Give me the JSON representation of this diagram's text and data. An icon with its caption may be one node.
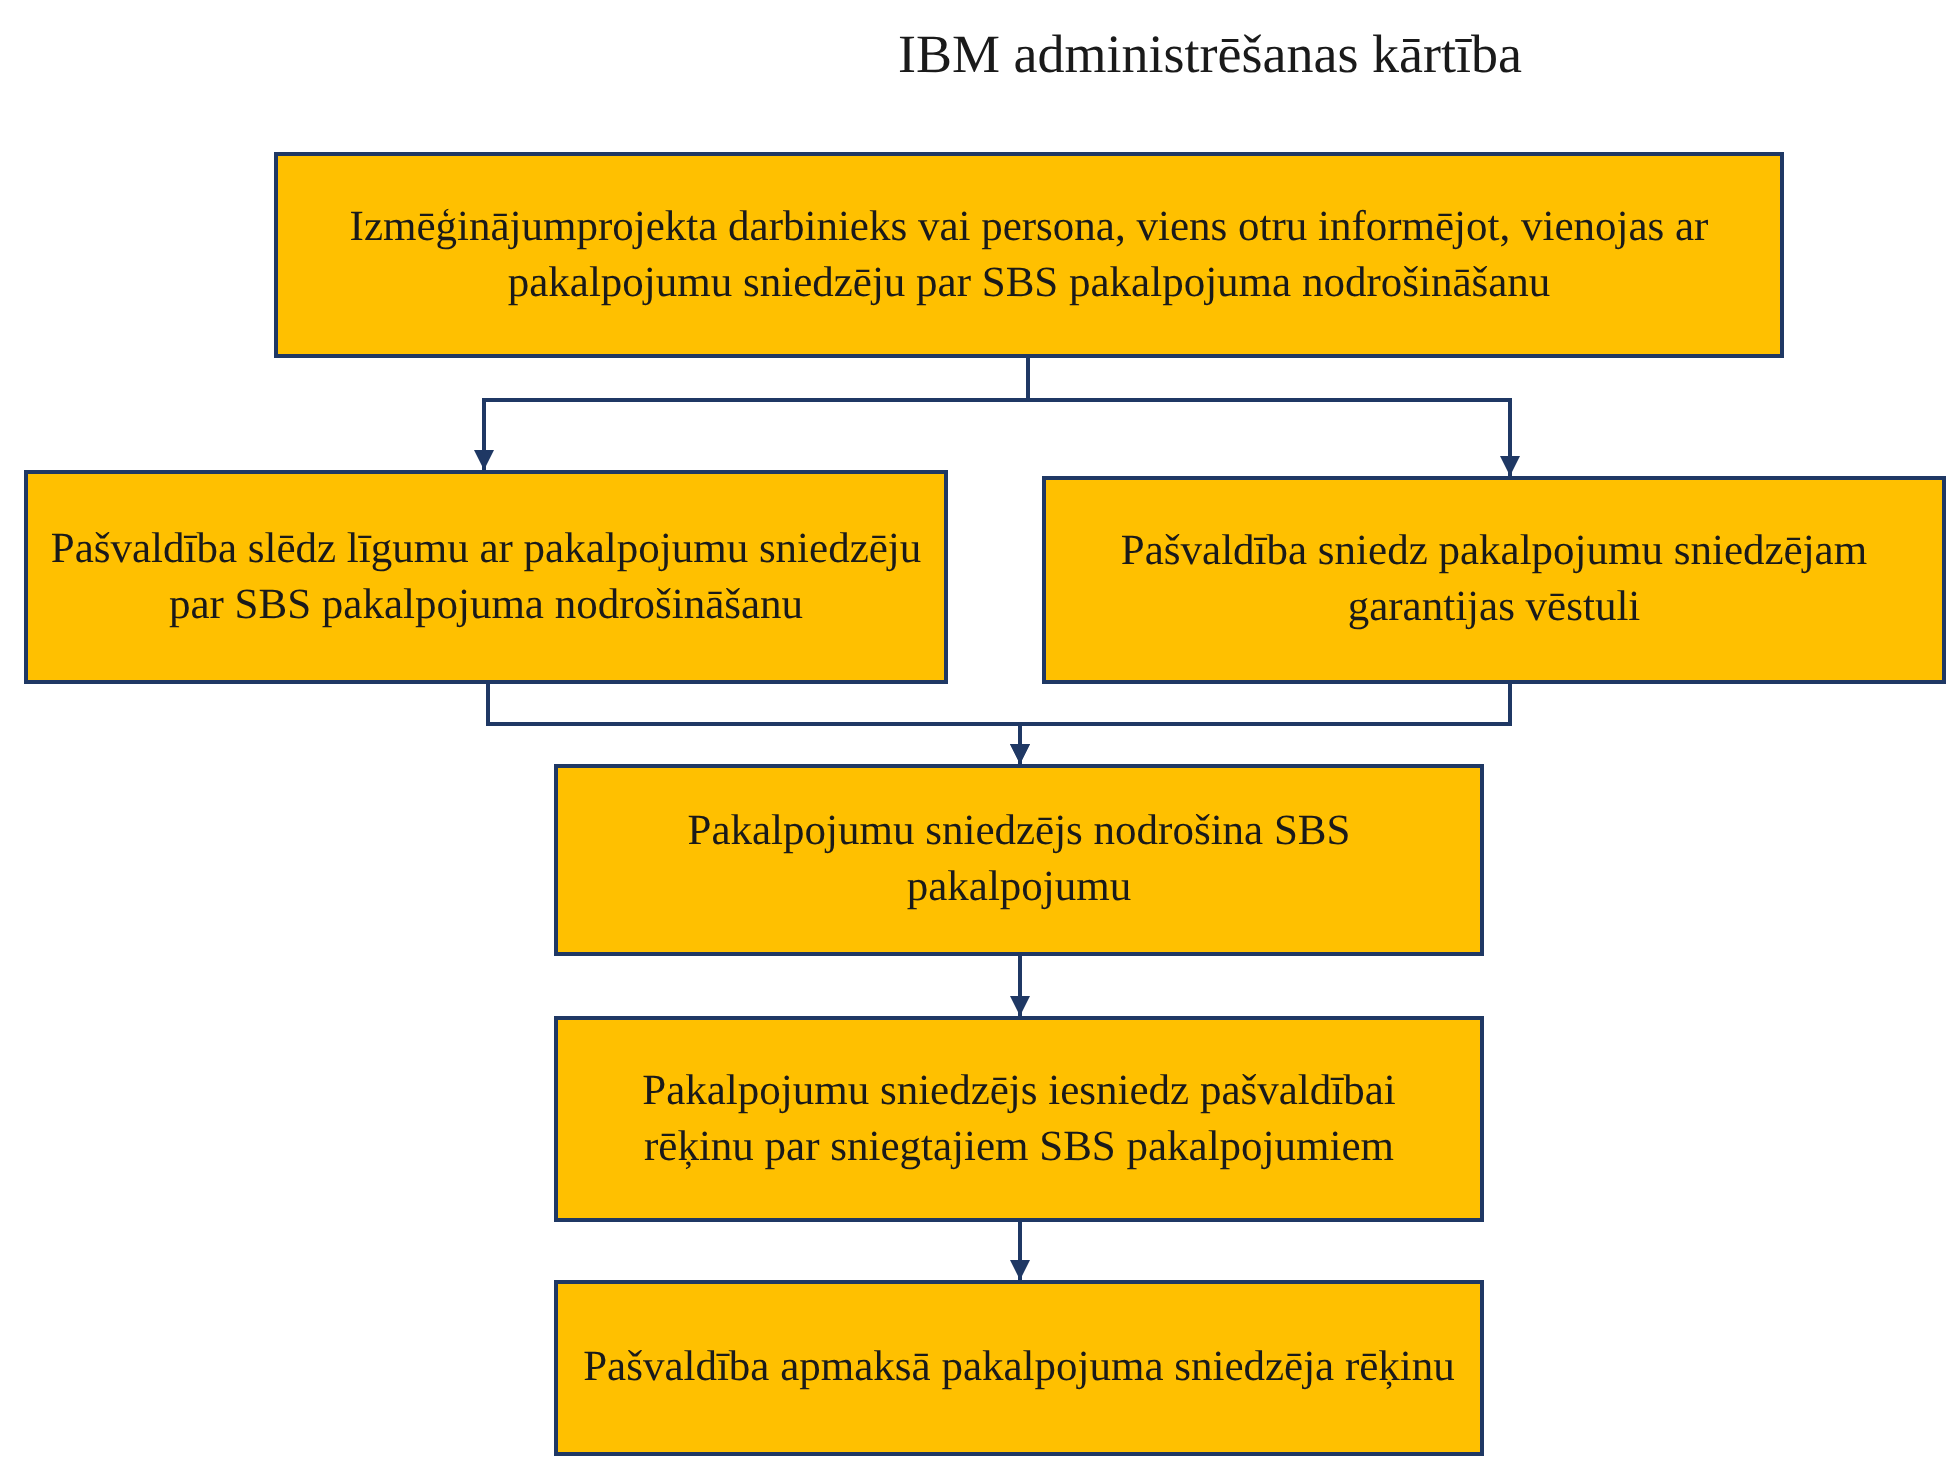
{
  "diagram": {
    "title": "IBM administrēšanas kārtība",
    "nodes": [
      {
        "text": [
          "Izmēģinājumprojekta darbinieks vai persona, viens otru informējot, vienojas ar pakalpojumu sniedzēju par SBS pakalpojuma nodrošināšanu"
        ]
      },
      {
        "text": [
          "Pašvaldība slēdz līgumu ar pakalpojumu sniedzēju par SBS pakalpojuma nodrošināšanu"
        ]
      },
      {
        "text": [
          "Pašvaldība sniedz pakalpojumu sniedzējam garantijas vēstuli"
        ]
      },
      {
        "text": [
          "Pakalpojumu sniedzējs nodrošina SBS pakalpojumu"
        ]
      },
      {
        "text": [
          "Pakalpojumu sniedzējs iesniedz pašvaldībai  rēķinu par sniegtajiem SBS pakalpojumiem"
        ]
      },
      {
        "text": [
          "Pašvaldība apmaksā pakalpojuma sniedzēja rēķinu"
        ]
      }
    ],
    "edges": [
      {
        "from": 0,
        "to": 1,
        "arrow": "to"
      },
      {
        "from": 0,
        "to": 2,
        "arrow": "to"
      },
      {
        "from": 1,
        "to": 3,
        "arrow": "to"
      },
      {
        "from": 2,
        "to": 3,
        "arrow": "to"
      },
      {
        "from": 3,
        "to": 4,
        "arrow": "to"
      },
      {
        "from": 4,
        "to": 5,
        "arrow": "to"
      }
    ]
  }
}
